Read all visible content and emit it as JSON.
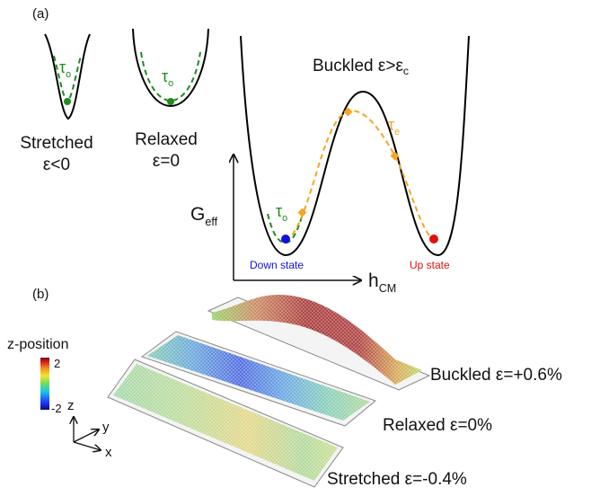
{
  "panel_a": {
    "label": "(a)",
    "stretched": {
      "name": "Stretched",
      "strain": "ε<0"
    },
    "relaxed": {
      "name": "Relaxed",
      "strain": "ε=0"
    },
    "buckled": {
      "title_main": "Buckled ε>ε",
      "title_sub": "c"
    },
    "tau_o": {
      "main": "τ",
      "sub": "o"
    },
    "tau_e": {
      "main": "τ",
      "sub": "e"
    },
    "y_axis": {
      "main": "G",
      "sub": "eff"
    },
    "x_axis": {
      "main": "h",
      "sub": "CM"
    },
    "down_state": "Down state",
    "up_state": "Up state"
  },
  "panel_b": {
    "label": "(b)",
    "colorbar_title": "z-position",
    "colorbar_max": "2",
    "colorbar_min": "-2",
    "axes": {
      "z": "z",
      "y": "y",
      "x": "x"
    },
    "sheets": [
      {
        "label": "Buckled ε=+0.6%"
      },
      {
        "label": "Relaxed ε=0%"
      },
      {
        "label": "Stretched ε=-0.4%"
      }
    ]
  },
  "colors": {
    "green": "#1e8c1e",
    "orange": "#f5a623",
    "blue": "#1010e0",
    "red": "#e01010",
    "colormap": [
      "#0a0a7a",
      "#1e3cff",
      "#19c8e6",
      "#6edc5a",
      "#f0e632",
      "#f58c1e",
      "#d21e1e",
      "#7a0a0a"
    ]
  }
}
